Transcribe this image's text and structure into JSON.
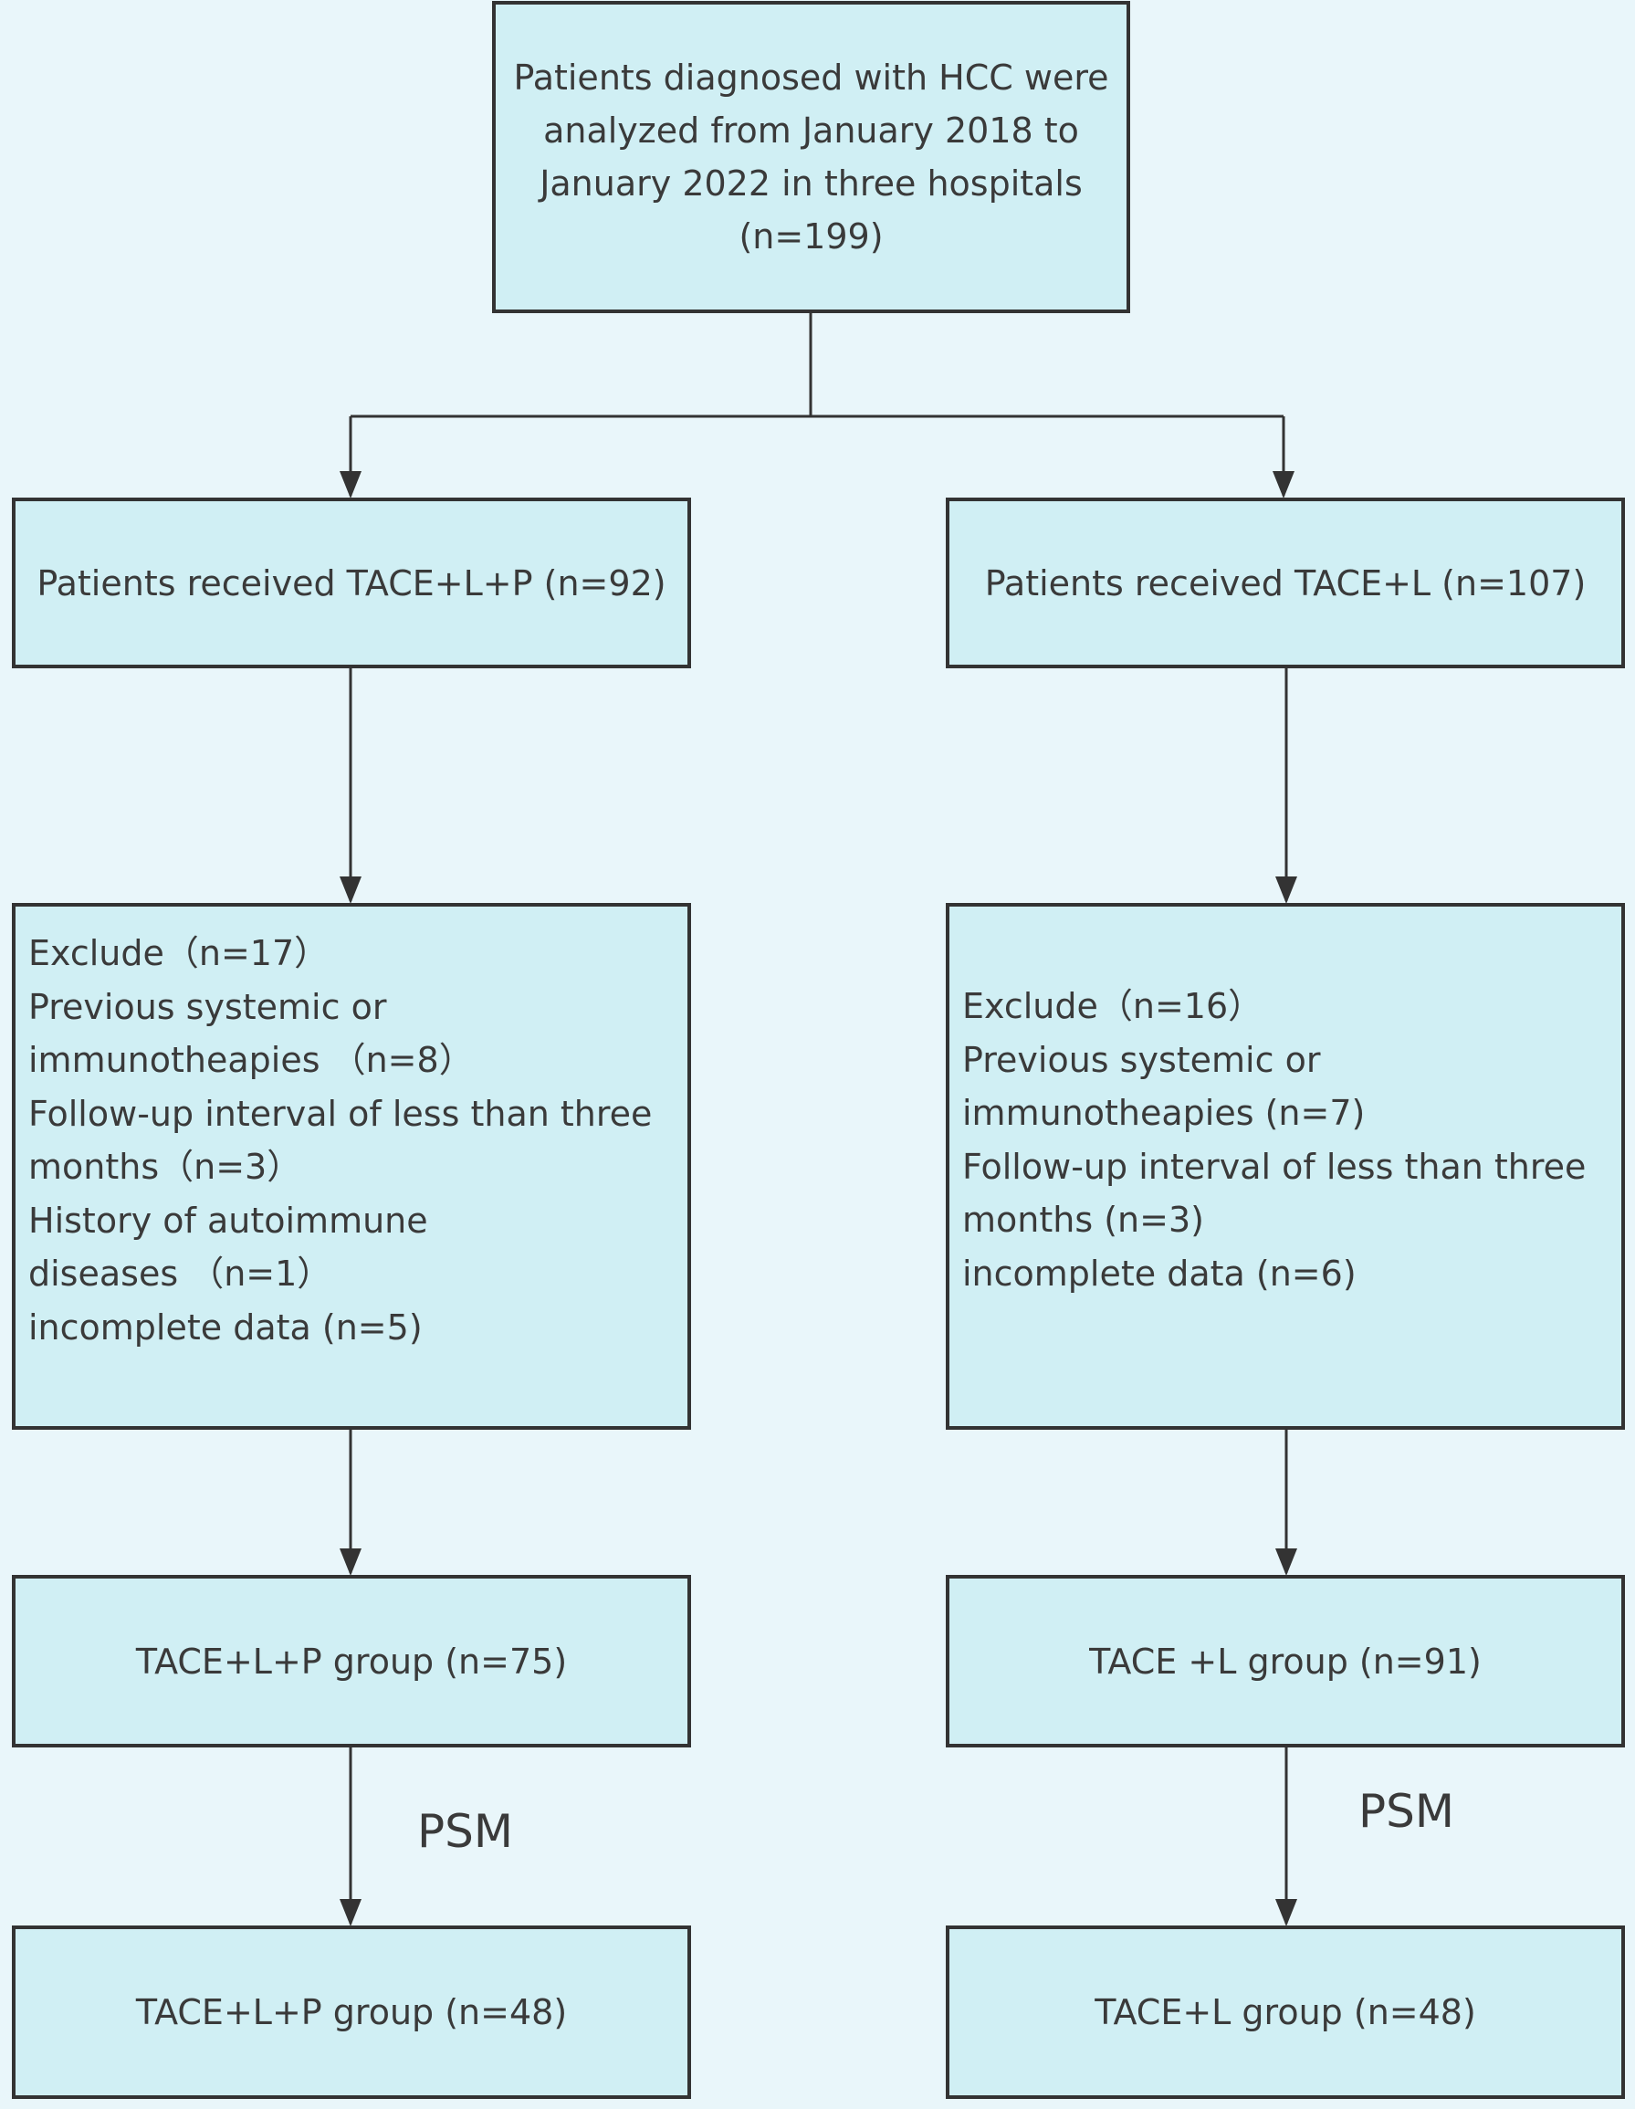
{
  "start": {
    "lines": [
      "Patients diagnosed with HCC were",
      "analyzed from January 2018 to",
      "January 2022 in three hospitals",
      "(n=199)"
    ]
  },
  "left": {
    "received": "Patients received TACE+L+P (n=92)",
    "exclude": [
      "Exclude（n=17）",
      "Previous systemic or",
      "immunotheapies （n=8）",
      "Follow-up interval of less than three",
      "months（n=3）",
      "History of autoimmune",
      "diseases （n=1）",
      "incomplete data (n=5)"
    ],
    "group": "TACE+L+P group (n=75)",
    "psm": "PSM",
    "final": "TACE+L+P group (n=48)"
  },
  "right": {
    "received": "Patients received TACE+L (n=107)",
    "exclude": [
      "Exclude（n=16）",
      "Previous systemic or",
      "immunotheapies (n=7)",
      "Follow-up interval of less than three",
      "months (n=3)",
      "incomplete data (n=6)"
    ],
    "group": "TACE +L group (n=91)",
    "psm": "PSM",
    "final": "TACE+L group (n=48)"
  },
  "colors": {
    "background": "#e9f6fa",
    "box_fill": "#d0eff4",
    "border": "#333333",
    "text": "#3a3a3a"
  }
}
